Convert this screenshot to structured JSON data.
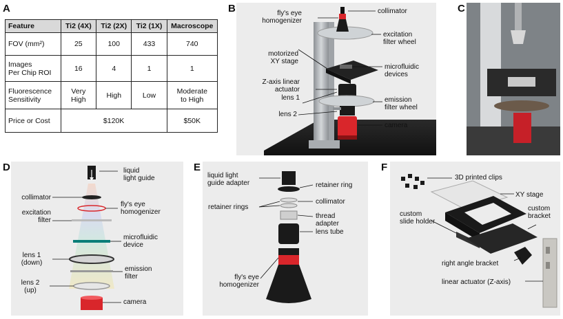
{
  "panels": {
    "A": "A",
    "B": "B",
    "C": "C",
    "D": "D",
    "E": "E",
    "F": "F"
  },
  "table": {
    "headers": [
      "Feature",
      "Ti2 (4X)",
      "Ti2 (2X)",
      "Ti2 (1X)",
      "Macroscope"
    ],
    "fov": {
      "label": "FOV (mm²)",
      "values": [
        "25",
        "100",
        "433",
        "740"
      ]
    },
    "images": {
      "label1": "Images",
      "label2": "Per Chip ROI",
      "values": [
        "16",
        "4",
        "1",
        "1"
      ]
    },
    "fluor": {
      "label1": "Fluorescence",
      "label2": "Sensitivity",
      "v1a": "Very",
      "v1b": "High",
      "v2": "High",
      "v3": "Low",
      "v4a": "Moderate",
      "v4b": "to High"
    },
    "price": {
      "label": "Price or Cost",
      "ti2": "$120K",
      "macro": "$50K"
    }
  },
  "b_labels": {
    "flys_eye_1": "fly's eye",
    "flys_eye_2": "homogenizer",
    "collimator": "collimator",
    "excitation_1": "excitation",
    "excitation_2": "filter wheel",
    "motorized_1": "motorized",
    "motorized_2": "XY stage",
    "microfluidic_1": "microfluidic",
    "microfluidic_2": "devices",
    "zaxis_1": "Z-axis linear",
    "zaxis_2": "actuator",
    "emission_1": "emission",
    "emission_2": "filter wheel",
    "lens1": "lens 1",
    "lens2": "lens 2",
    "camera": "camera"
  },
  "d_labels": {
    "llg_1": "liquid",
    "llg_2": "light guide",
    "collimator": "collimator",
    "flys_1": "fly's eye",
    "flys_2": "homogenizer",
    "excit_1": "excitation",
    "excit_2": "filter",
    "micro_1": "microfluidic",
    "micro_2": "device",
    "lens1_1": "lens 1",
    "lens1_2": "(down)",
    "emis_1": "emission",
    "emis_2": "filter",
    "lens2_1": "lens 2",
    "lens2_2": "(up)",
    "camera": "camera"
  },
  "e_labels": {
    "llga_1": "liquid light",
    "llga_2": "guide adapter",
    "retainer_ring": "retainer ring",
    "retainer_rings": "retainer rings",
    "collimator": "collimator",
    "thread_1": "thread",
    "thread_2": "adapter",
    "lens_tube": "lens tube",
    "flys_1": "fly's eye",
    "flys_2": "homogenizer"
  },
  "f_labels": {
    "clips": "3D printed clips",
    "xy_stage": "XY stage",
    "custom_bracket_1": "custom",
    "custom_bracket_2": "bracket",
    "slide_1": "custom",
    "slide_2": "slide holder",
    "right_angle": "right angle bracket",
    "actuator": "linear actuator (Z-axis)"
  },
  "colors": {
    "panel_bg": "#ececec",
    "red": "#d9262b",
    "black": "#1a1a1a",
    "aluminum": "#b9bcbf"
  }
}
